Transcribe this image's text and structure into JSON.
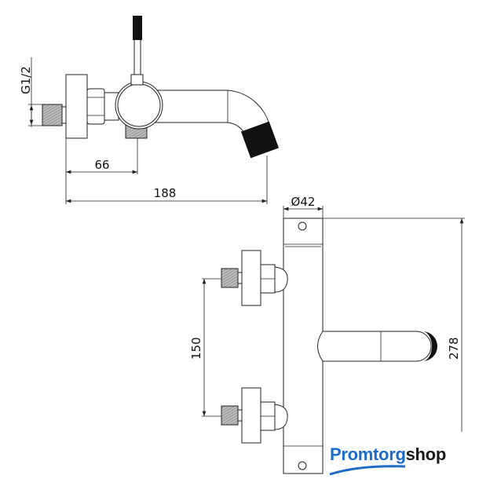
{
  "dimensions": {
    "thread": "G1/2",
    "outlet_offset": "66",
    "total_projection": "188",
    "body_diameter": "Ø42",
    "inlet_spacing": "150",
    "body_height": "278"
  },
  "logo": {
    "part1": "Promtorg",
    "part2": "shop"
  },
  "colors": {
    "logo_blue": "#1d6cc8",
    "line": "#222222",
    "thread_hatch": "#9a9a9a"
  }
}
